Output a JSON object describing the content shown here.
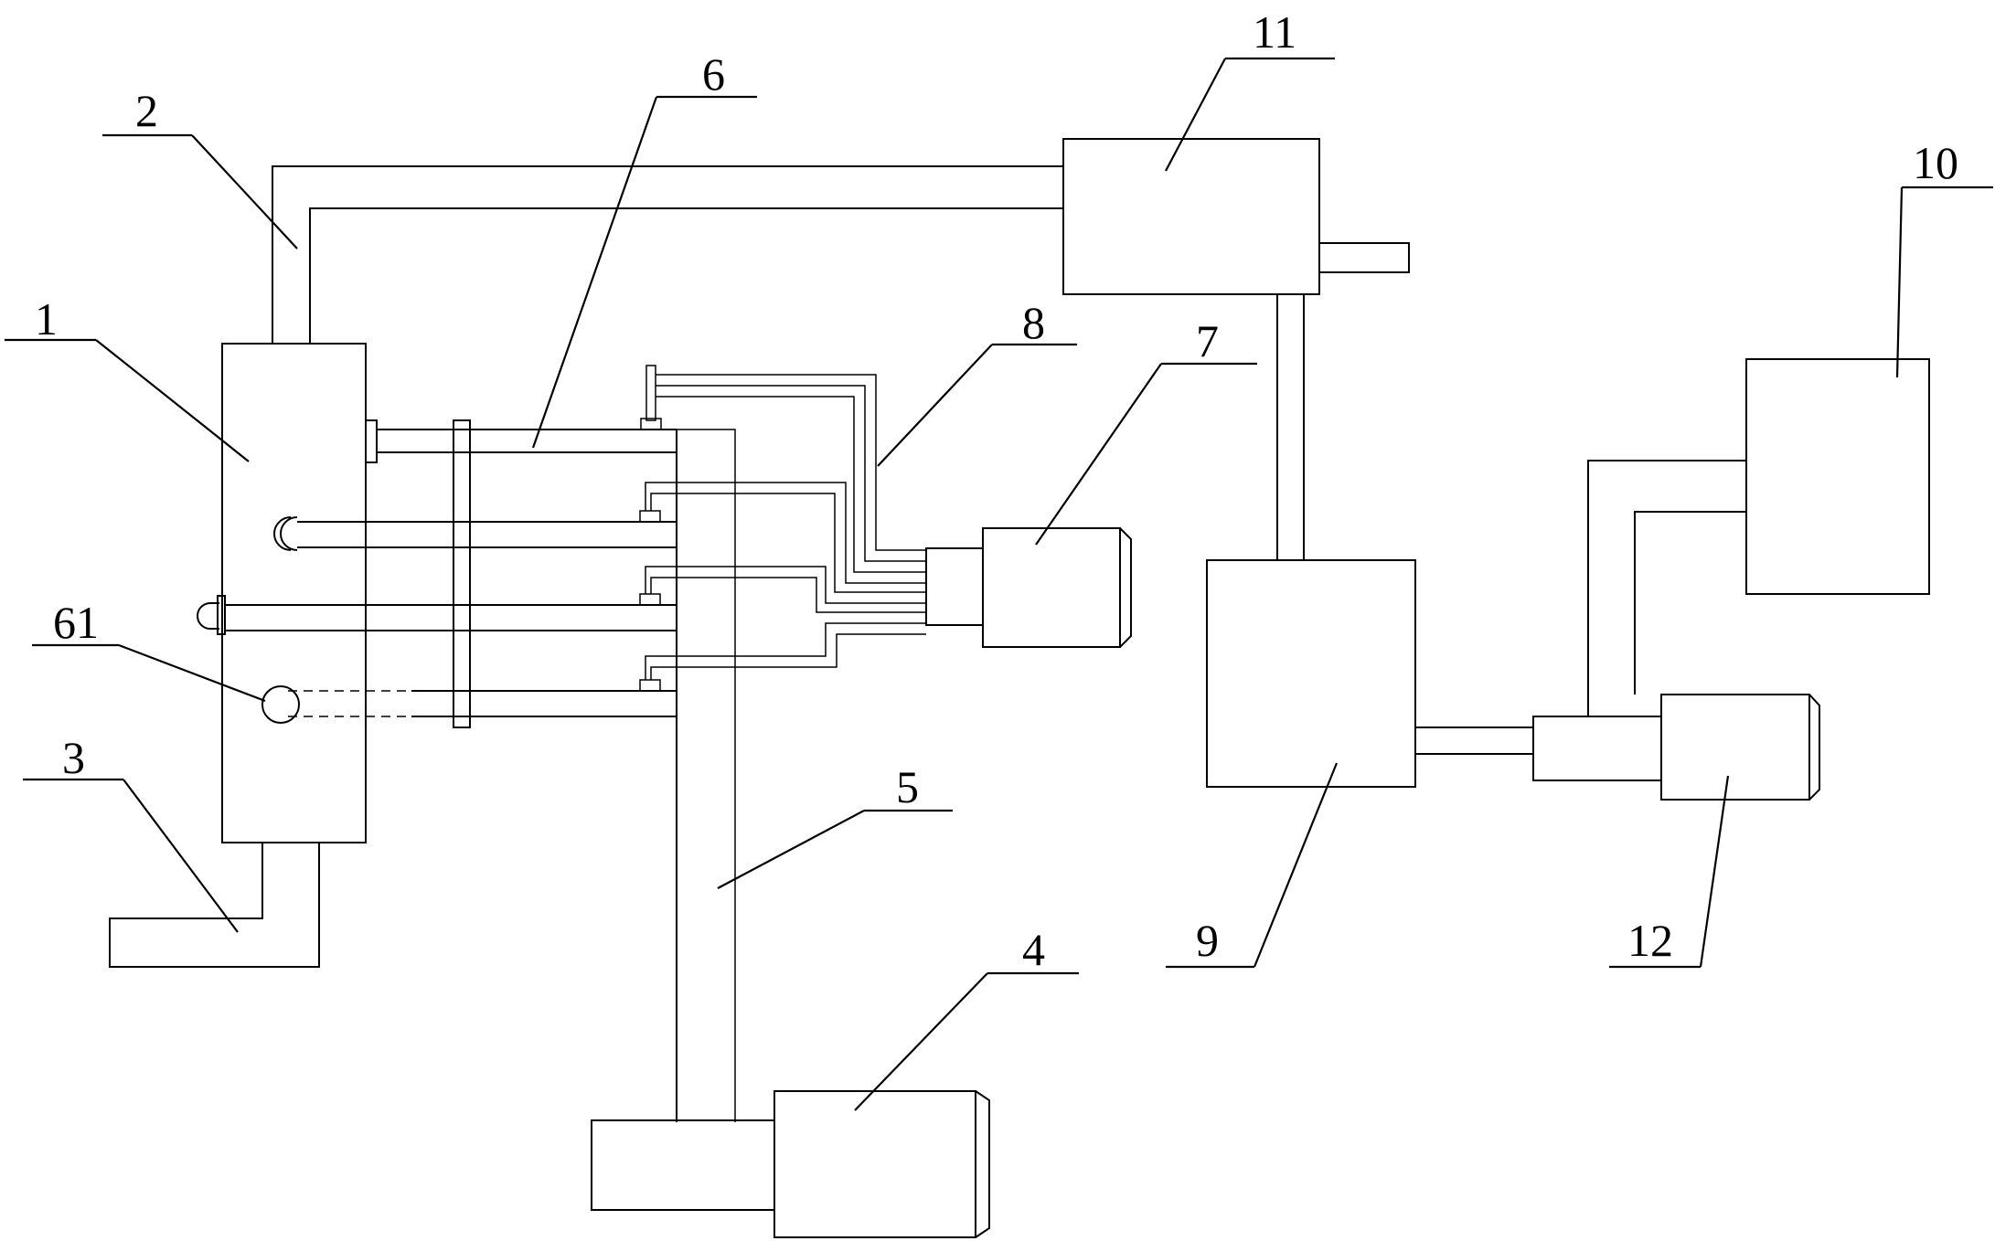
{
  "diagram": {
    "labels": {
      "l1": "1",
      "l2": "2",
      "l3": "3",
      "l4": "4",
      "l5": "5",
      "l6": "6",
      "l7": "7",
      "l8": "8",
      "l9": "9",
      "l10": "10",
      "l11": "11",
      "l12": "12",
      "l61": "61"
    },
    "colors": {
      "line": "#000000",
      "background": "#ffffff"
    }
  }
}
